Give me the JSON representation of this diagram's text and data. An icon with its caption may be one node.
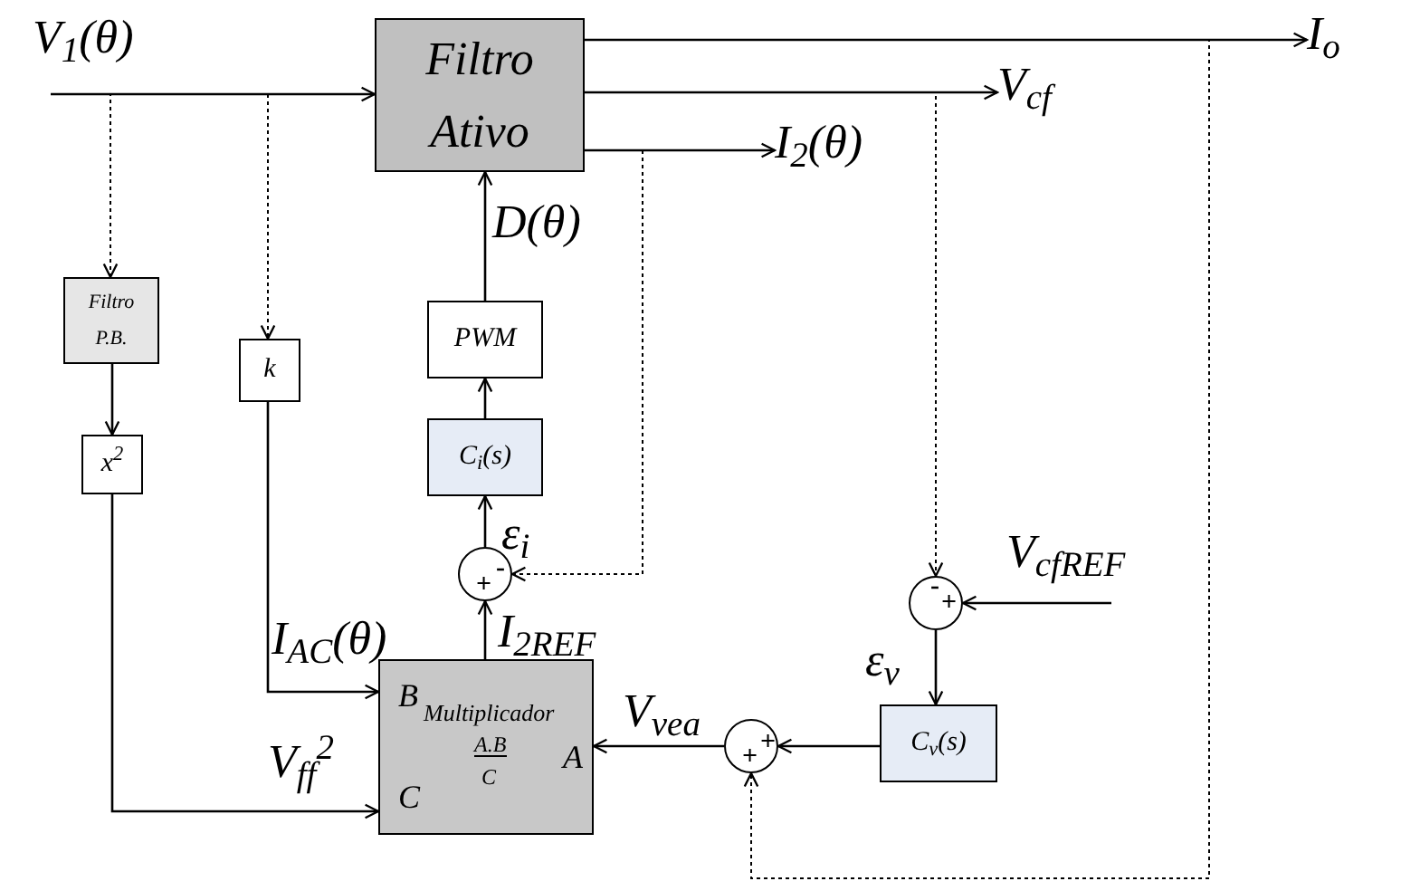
{
  "diagram": {
    "nodes": [
      {
        "text": [
          "V$_{1}$(θ)"
        ]
      },
      {
        "text": [
          "Filtro Ativo"
        ]
      },
      {
        "text": [
          "I$_{o}$"
        ]
      },
      {
        "text": [
          "V$_{cf}$"
        ]
      },
      {
        "text": [
          "I$_{2}$(θ)"
        ]
      },
      {
        "text": [
          "Filtro P.B."
        ]
      },
      {
        "text": [
          "k"
        ]
      },
      {
        "text": [
          "PWM"
        ]
      },
      {
        "text": [
          "x$^{2}$"
        ]
      },
      {
        "text": [
          "C$_{i}$(s)"
        ]
      },
      {
        "text": [
          "-",
          "+"
        ]
      },
      {
        "text": [
          "V$_{cfREF}$"
        ]
      },
      {
        "text": [
          "-",
          "+"
        ]
      },
      {
        "text": [
          "B",
          "Multiplicador",
          "A.B",
          "C",
          "A",
          "C"
        ]
      },
      {
        "text": [
          "C$_{v}$(s)"
        ]
      },
      {
        "text": [
          "+",
          "+"
        ]
      }
    ],
    "edges": [
      {
        "from": 0,
        "to": 1,
        "arrow": "to"
      },
      {
        "from": 0,
        "to": 5,
        "arrow": "to",
        "style": "dashed"
      },
      {
        "from": 0,
        "to": 6,
        "arrow": "to",
        "style": "dashed"
      },
      {
        "from": 5,
        "to": 8,
        "arrow": "to"
      },
      {
        "from": 6,
        "to": 13,
        "arrow": "to",
        "label": "I$_{AC}$(θ)"
      },
      {
        "from": 8,
        "to": 13,
        "arrow": "to",
        "label": "V$_{ff}$$^{2}$"
      },
      {
        "from": 13,
        "to": 10,
        "arrow": "to",
        "label": "I$_{2REF}$"
      },
      {
        "from": 10,
        "to": 9,
        "arrow": "to",
        "label": "ε$_{i}$"
      },
      {
        "from": 9,
        "to": 7,
        "arrow": "to"
      },
      {
        "from": 7,
        "to": 1,
        "arrow": "to",
        "label": "D(θ)"
      },
      {
        "from": 1,
        "to": 2,
        "arrow": "to"
      },
      {
        "from": 1,
        "to": 3,
        "arrow": "to"
      },
      {
        "from": 1,
        "to": 4,
        "arrow": "to"
      },
      {
        "from": 1,
        "to": 10,
        "arrow": "to",
        "style": "dashed"
      },
      {
        "from": 1,
        "to": 12,
        "arrow": "to",
        "style": "dashed"
      },
      {
        "from": 1,
        "to": 15,
        "arrow": "to",
        "style": "dashed"
      },
      {
        "from": 11,
        "to": 12,
        "arrow": "to"
      },
      {
        "from": 12,
        "to": 14,
        "arrow": "to",
        "label": "ε$_{v}$"
      },
      {
        "from": 14,
        "to": 15,
        "arrow": "to"
      },
      {
        "from": 15,
        "to": 13,
        "arrow": "to",
        "label": "V$_{vea}$"
      }
    ]
  }
}
